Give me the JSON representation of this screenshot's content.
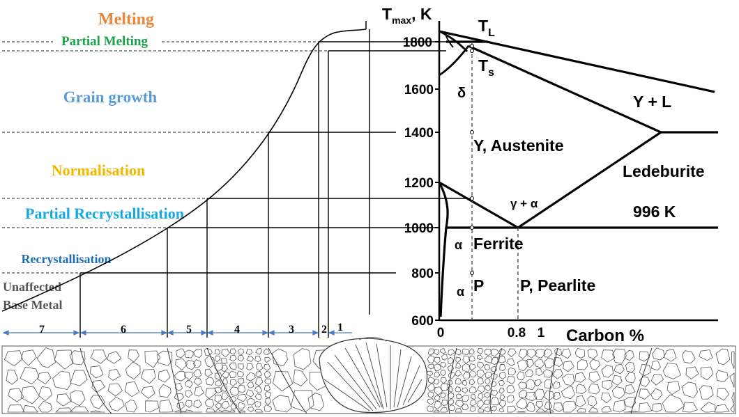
{
  "zones": {
    "melting": "Melting",
    "partial_melting": "Partial Melting",
    "grain_growth": "Grain growth",
    "normalisation": "Normalisation",
    "partial_recrystallisation": "Partial Recrystallisation",
    "recrystallisation": "Recrystallisation",
    "unaffected_line1": "Unaffected",
    "unaffected_line2": "Base Metal"
  },
  "zone_colors": {
    "melting": "#E9863C",
    "partial_melting": "#1AA34A",
    "grain_growth": "#5B9BD5",
    "normalisation": "#F2B700",
    "partial_recrystallisation": "#17A9E0",
    "recrystallisation": "#1F6DB5",
    "unaffected": "#555555"
  },
  "zone_numbers": [
    "7",
    "6",
    "5",
    "4",
    "3",
    "2",
    "1"
  ],
  "axis": {
    "y_label_main": "T",
    "y_label_sub": "max",
    "y_label_unit": ", K",
    "y_ticks": [
      "1800",
      "1600",
      "1400",
      "1200",
      "1000",
      "800",
      "600"
    ],
    "x_ticks": [
      "0",
      "0.8",
      "1"
    ],
    "x_label": "Carbon %"
  },
  "phase_labels": {
    "tl_main": "T",
    "tl_sub": "L",
    "ts_main": "T",
    "ts_sub": "s",
    "delta": "δ",
    "gamma_l": "Y + L",
    "austenite": "Y, Austenite",
    "ledeburite": "Ledeburite",
    "gamma_alpha": "γ + α",
    "eutectoid_temp": "996 K",
    "alpha_ferrite_sym": "α",
    "ferrite": "Ferrite",
    "alpha_p_sym": "α",
    "p": "P",
    "pearlite": "P, Pearlite"
  }
}
